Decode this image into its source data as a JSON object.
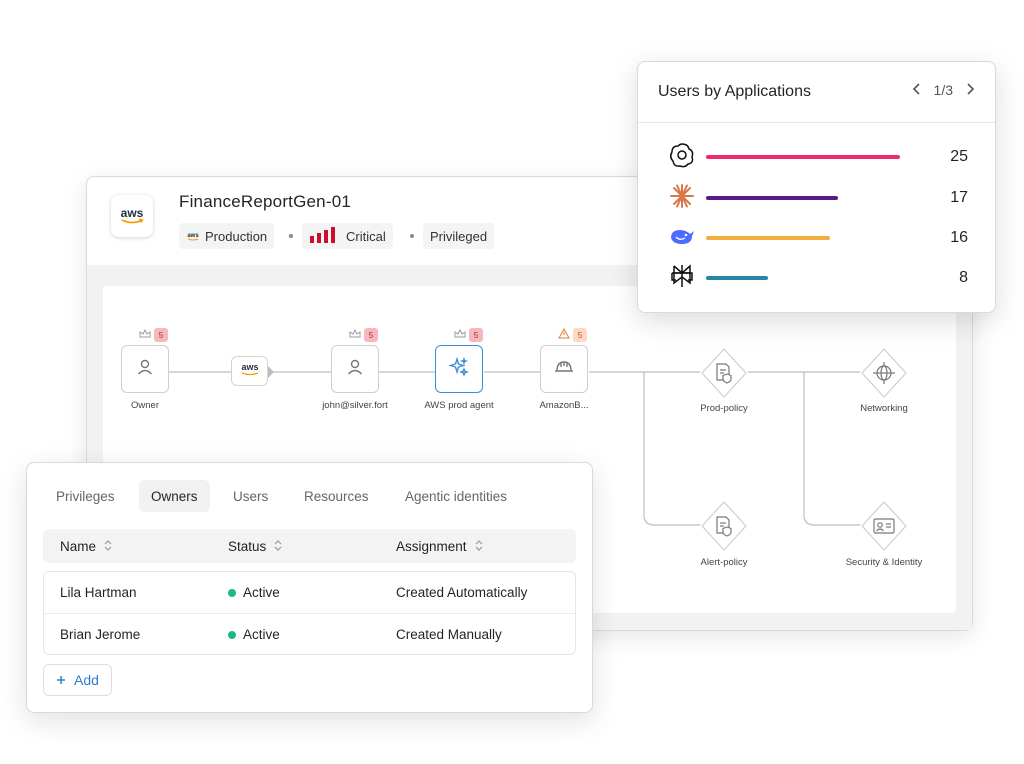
{
  "resource": {
    "logo": "aws-logo",
    "title": "FinanceReportGen-01",
    "chips": {
      "environment": "Production",
      "severity": "Critical",
      "tag": "Privileged"
    }
  },
  "graph": {
    "nodes": {
      "owner": {
        "label": "Owner",
        "badge": "5",
        "icon": "user-icon"
      },
      "aws": {
        "label": "aws",
        "icon": "aws-logo"
      },
      "john": {
        "label": "john@silver.fort",
        "badge": "5",
        "icon": "user-icon"
      },
      "agent": {
        "label": "AWS prod agent",
        "badge": "5",
        "icon": "sparkle-icon"
      },
      "amazon": {
        "label": "AmazonB...",
        "badge": "5",
        "icon": "hard-hat-icon"
      },
      "prod_policy": {
        "label": "Prod-policy",
        "icon": "policy-doc-icon"
      },
      "networking": {
        "label": "Networking",
        "icon": "network-globe-icon"
      },
      "alert_policy": {
        "label": "Alert-policy",
        "icon": "policy-doc-icon"
      },
      "security_identity": {
        "label": "Security & Identity",
        "icon": "id-card-icon"
      }
    }
  },
  "users_by_apps": {
    "title": "Users by Applications",
    "pager": "1/3",
    "apps": [
      {
        "icon": "openai-icon",
        "count": 25,
        "count_label": "25",
        "color": "#ee2a6b"
      },
      {
        "icon": "claude-icon",
        "count": 17,
        "count_label": "17",
        "color": "#5a1a8a"
      },
      {
        "icon": "deepseek-icon",
        "count": 16,
        "count_label": "16",
        "color": "#f2ad3d"
      },
      {
        "icon": "perplexity-icon",
        "count": 8,
        "count_label": "8",
        "color": "#2a86a6"
      }
    ]
  },
  "owners": {
    "tabs": {
      "privileges": "Privileges",
      "owners": "Owners",
      "users": "Users",
      "resources": "Resources",
      "agentic": "Agentic identities"
    },
    "columns": {
      "name": "Name",
      "status": "Status",
      "assignment": "Assignment"
    },
    "rows": [
      {
        "name": "Lila Hartman",
        "status": "Active",
        "assignment": "Created Automatically"
      },
      {
        "name": "Brian Jerome",
        "status": "Active",
        "assignment": "Created Manually"
      }
    ],
    "add_label": "Add"
  },
  "colors": {
    "critical": "#c8102e",
    "accent": "#2b7fd0",
    "active": "#1db58a"
  }
}
